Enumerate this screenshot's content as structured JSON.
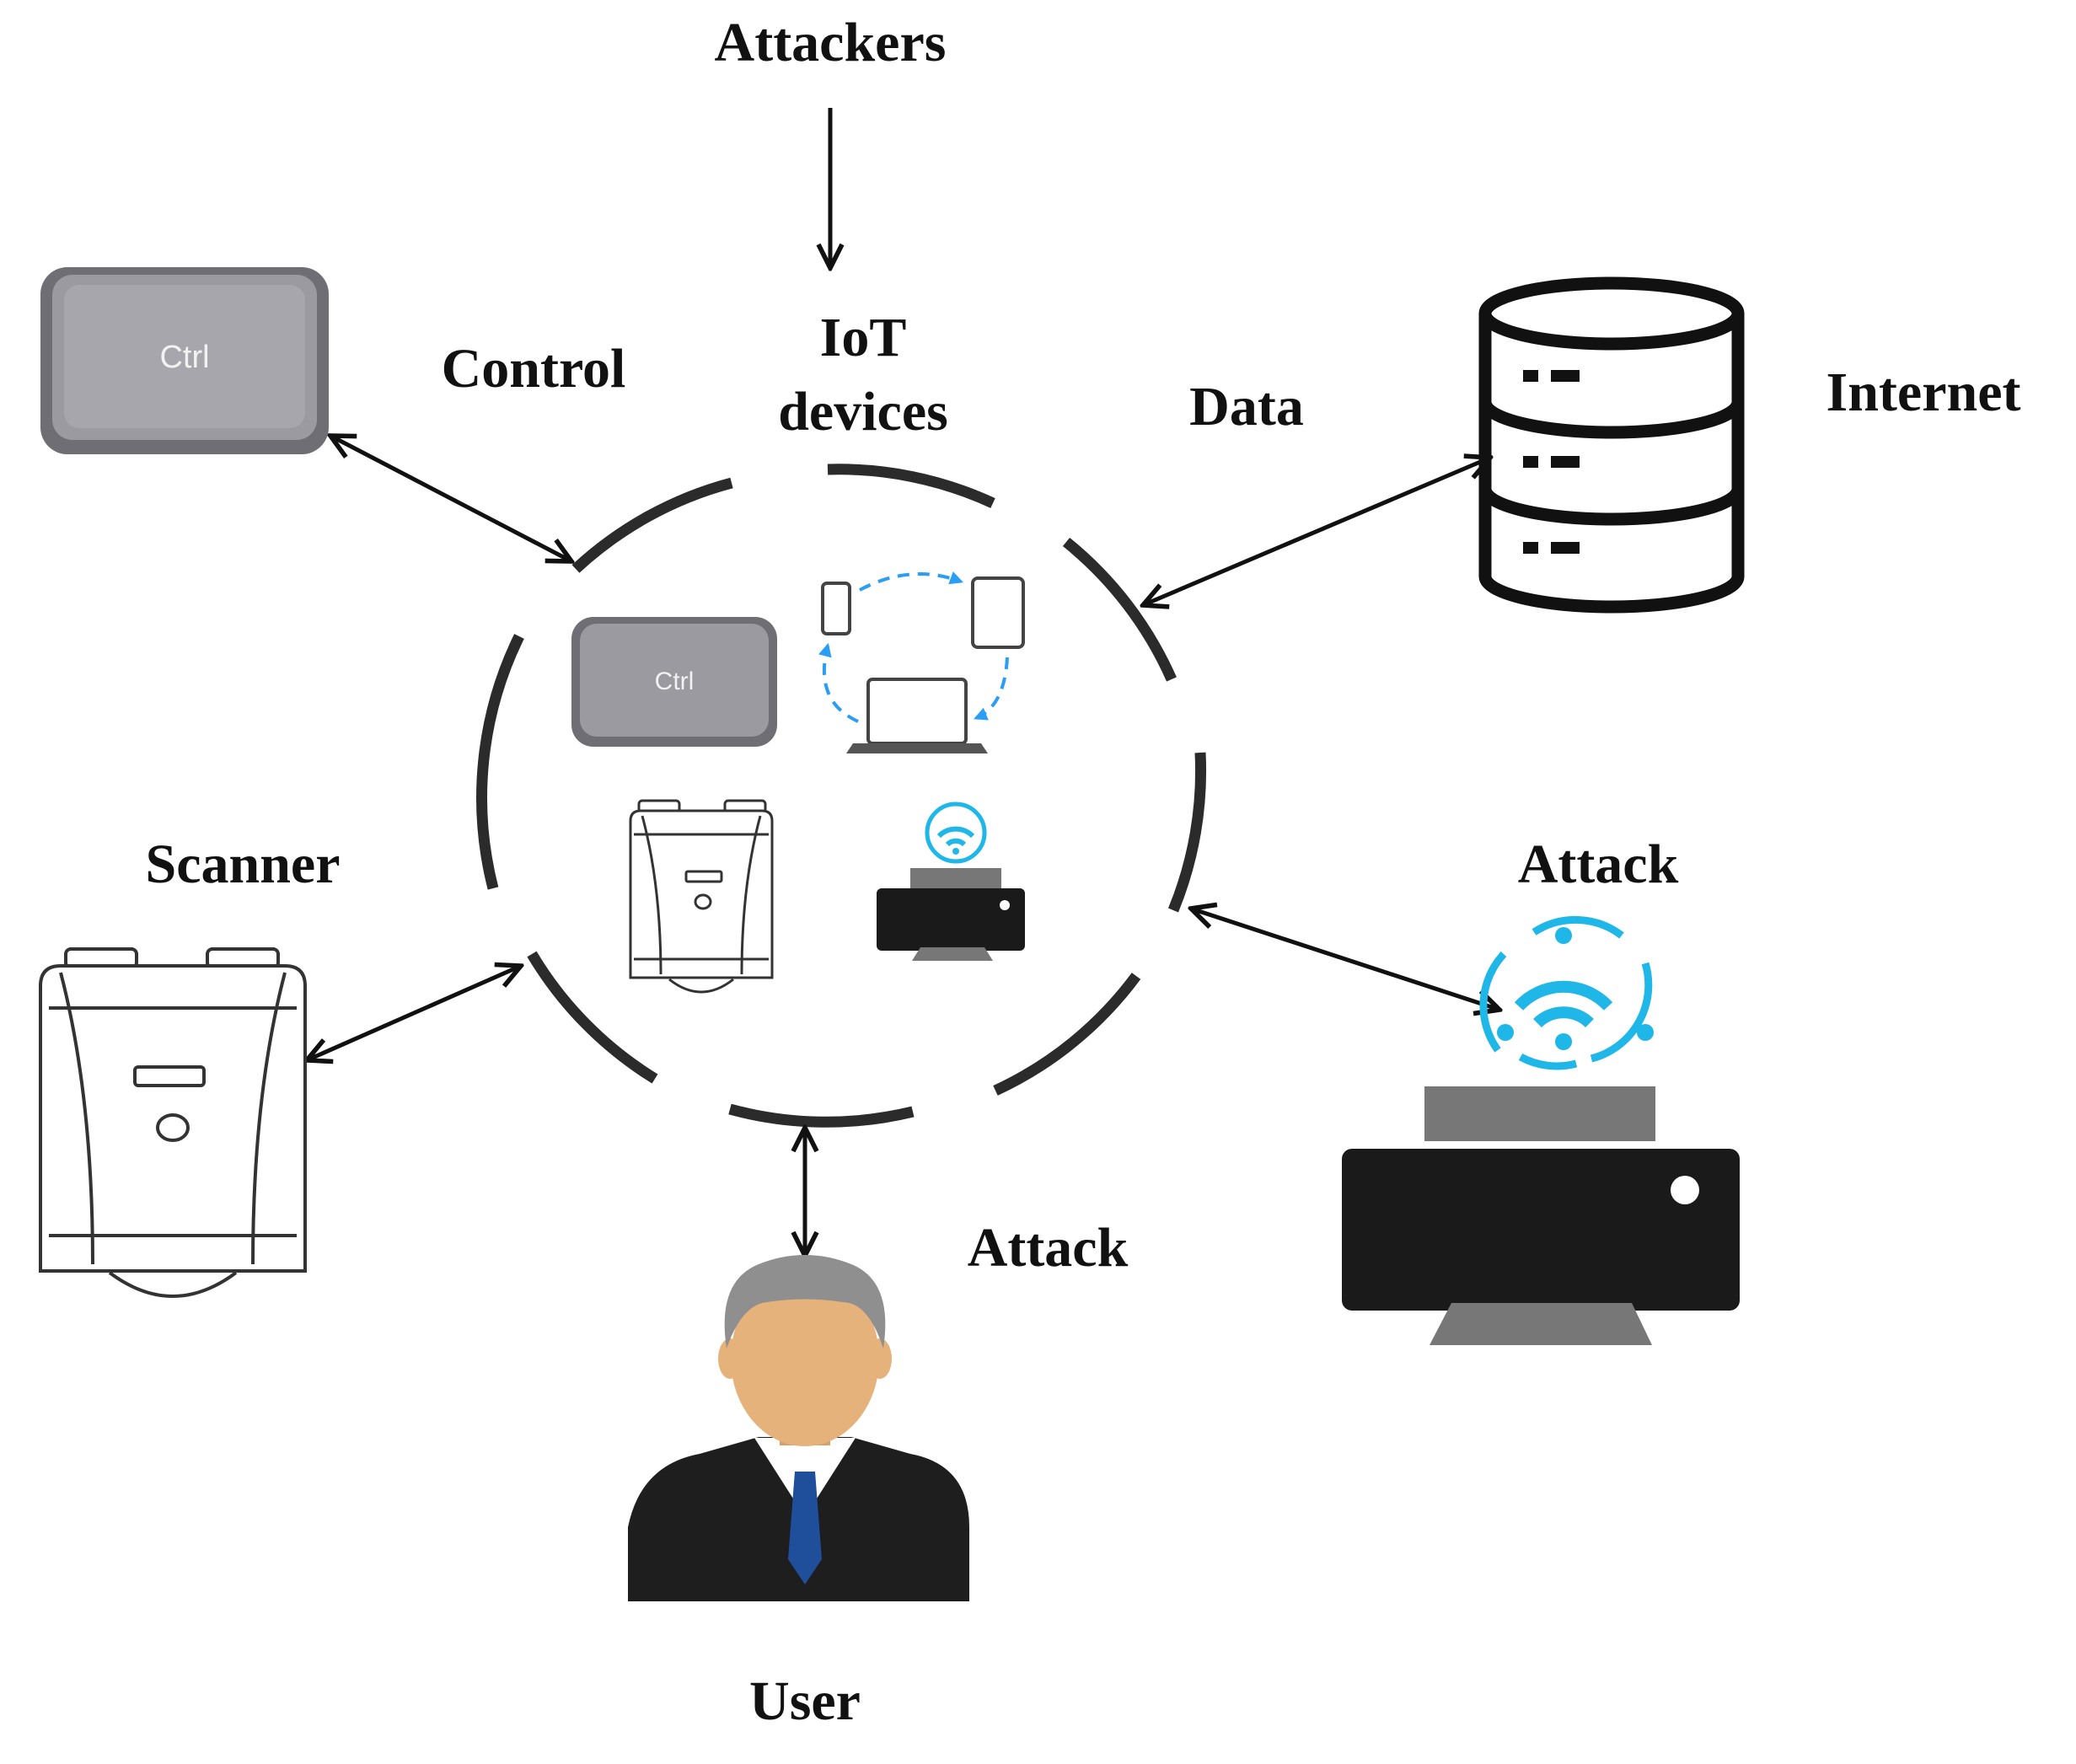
{
  "labels": {
    "attackers": "Attackers",
    "iot_line1": "IoT",
    "iot_line2": "devices",
    "control": "Control",
    "data": "Data",
    "internet": "Internet",
    "scanner": "Scanner",
    "attack_printer": "Attack",
    "attack_user": "Attack",
    "user": "User"
  },
  "keycap": {
    "text": "Ctrl"
  },
  "colors": {
    "ink": "#111111",
    "ring": "#2b2b2b",
    "keycap_face": "#9a9aa0",
    "keycap_edge": "#6e6e74",
    "wifi": "#1fb6e8",
    "cycle_arrows": "#2a9df4",
    "printer_body": "#1a1a1a",
    "printer_tray": "#777777",
    "skin": "#e6b27c",
    "hair": "#8f8f8f",
    "suit": "#1e1e1e",
    "tie": "#1f4e9b"
  },
  "icons": {
    "attackers": "down-arrow-icon",
    "control": "ctrl-key-icon",
    "internet": "server-database-icon",
    "scanner": "scanner-device-icon",
    "printer": "wifi-printer-icon",
    "user": "businessman-avatar-icon",
    "center": [
      "ctrl-key-icon",
      "device-sync-icon",
      "scanner-device-icon",
      "wifi-printer-icon"
    ]
  }
}
